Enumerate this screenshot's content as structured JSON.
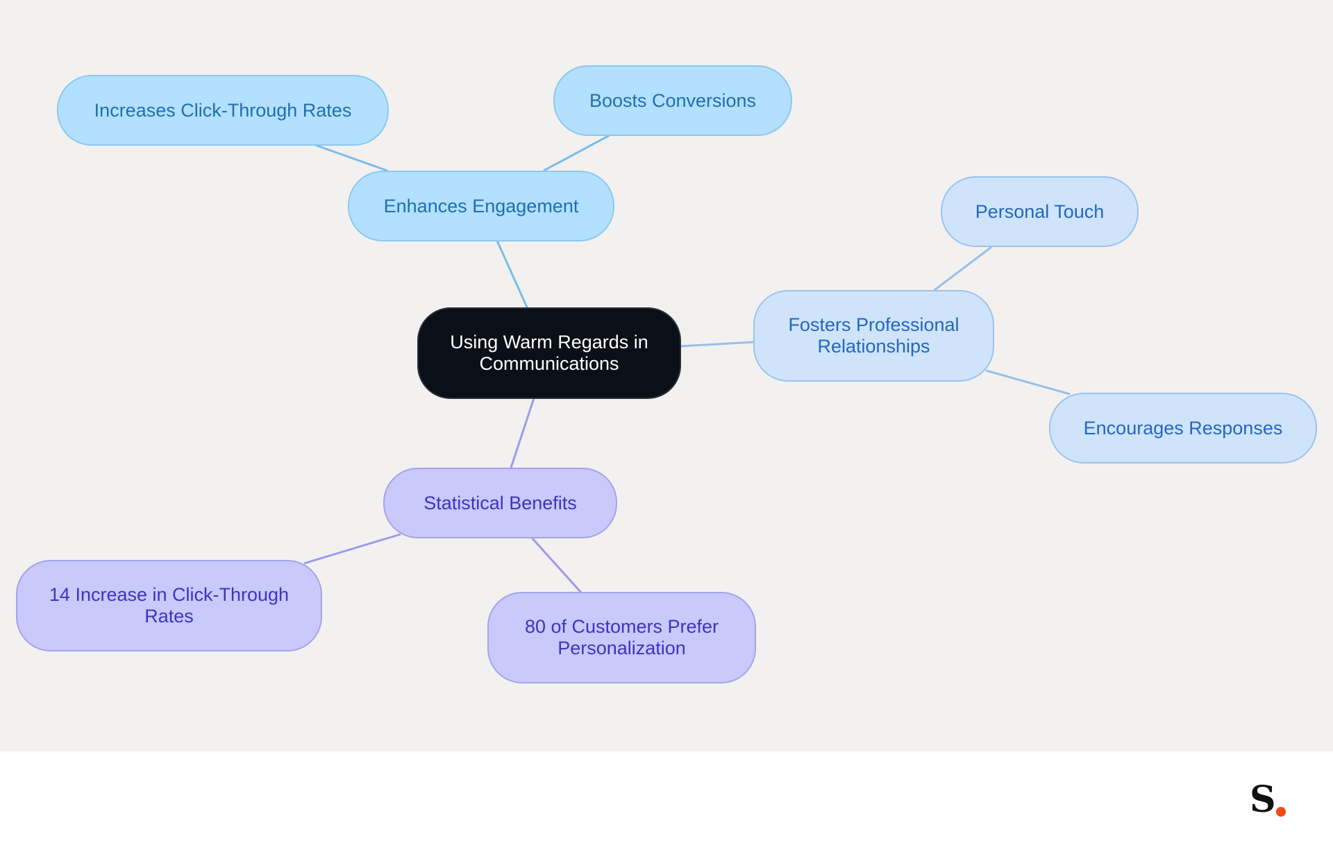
{
  "diagram": {
    "root": {
      "label": "Using Warm Regards in Communications"
    },
    "branches": [
      {
        "label": "Enhances Engagement",
        "color": "#b3e0ff",
        "children": [
          "Increases Click-Through Rates",
          "Boosts Conversions"
        ]
      },
      {
        "label": "Fosters Professional Relationships",
        "color": "#cfe4fb",
        "children": [
          "Personal Touch",
          "Encourages Responses"
        ]
      },
      {
        "label": "Statistical Benefits",
        "color": "#c9c9fb",
        "children": [
          "14 Increase in Click-Through Rates",
          "80 of Customers Prefer Personalization"
        ]
      }
    ],
    "link_colors": {
      "engage": "#7bbcea",
      "foster": "#97bfe9",
      "stat": "#9b9bea"
    }
  },
  "brand": {
    "logo_letter": "S",
    "dot_color": "#f04a17"
  }
}
